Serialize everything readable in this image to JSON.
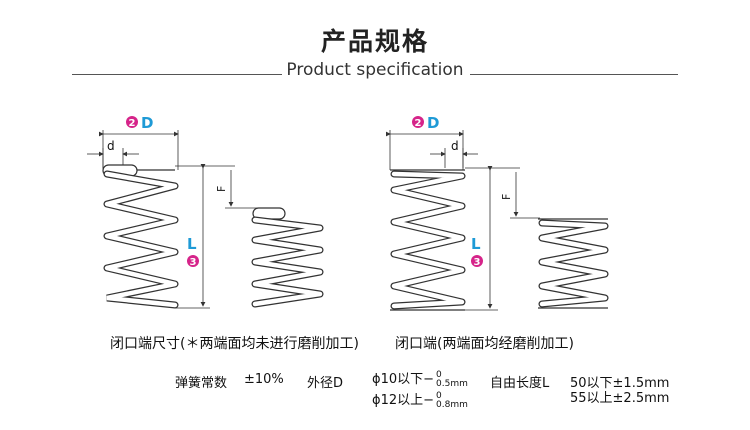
{
  "header": {
    "title_cn": "产品规格",
    "title_en": "Product specification"
  },
  "figure_left": {
    "caption": "闭口端尺寸(＊两端面均未进行磨削加工)",
    "dim_D_num": "2",
    "dim_D": "D",
    "dim_d": "d",
    "dim_L_num": "3",
    "dim_L": "L",
    "dim_F": "F"
  },
  "figure_right": {
    "caption": "闭口端(两端面均经磨削加工)",
    "dim_D_num": "2",
    "dim_D": "D",
    "dim_d": "d",
    "dim_L_num": "3",
    "dim_L": "L",
    "dim_F": "F"
  },
  "specs": {
    "spring_label": "弹簧常数",
    "spring_value": "±10%",
    "od_label": "外径D",
    "od_row1_prefix": "ϕ10以下",
    "od_row1_upper": "0",
    "od_row1_lower": "0.5mm",
    "od_row2_prefix": "ϕ12以上",
    "od_row2_upper": "0",
    "od_row2_lower": "0.8mm",
    "length_label": "自由长度L",
    "length_row1": "50以下±1.5mm",
    "length_row2": "55以上±2.5mm"
  },
  "colors": {
    "badge": "#d6248a",
    "dim_letter": "#1e9ad6",
    "line": "#333333"
  }
}
